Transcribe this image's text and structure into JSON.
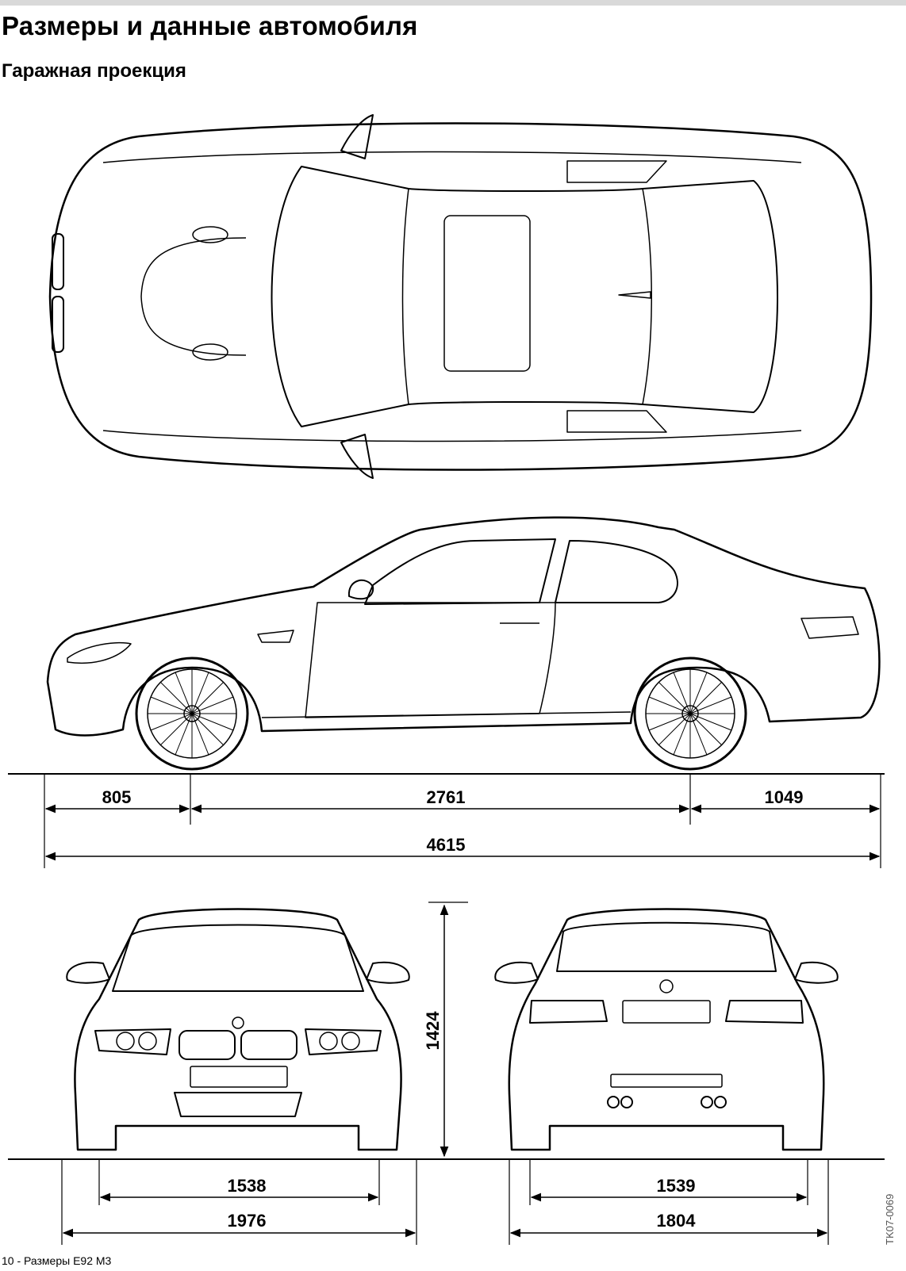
{
  "page": {
    "title": "Размеры и данные автомобиля",
    "subtitle": "Гаражная проекция"
  },
  "dimensions": {
    "front_overhang": "805",
    "wheelbase": "2761",
    "rear_overhang": "1049",
    "length": "4615",
    "height": "1424",
    "front_track": "1538",
    "front_width": "1976",
    "rear_track": "1539",
    "rear_width": "1804"
  },
  "footer": {
    "page_label": "10 -  Размеры E92 M3",
    "figure_code": "TK07-0069"
  }
}
